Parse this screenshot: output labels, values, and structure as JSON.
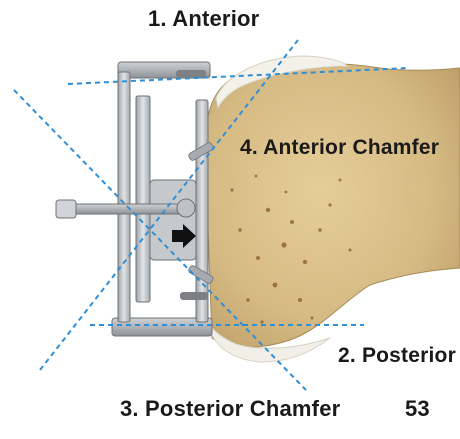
{
  "labels": {
    "anterior": "1. Anterior",
    "anterior_chamfer": "4. Anterior Chamfer",
    "posterior": "2. Posterior",
    "posterior_chamfer": "3. Posterior Chamfer"
  },
  "page_number": "53",
  "colors": {
    "cut_line": "#2e8fd6",
    "bone": "#dcc28f",
    "cartilage": "#f3f1ea",
    "guide_metal": "#b9bcc0",
    "arrow": "#111111"
  }
}
